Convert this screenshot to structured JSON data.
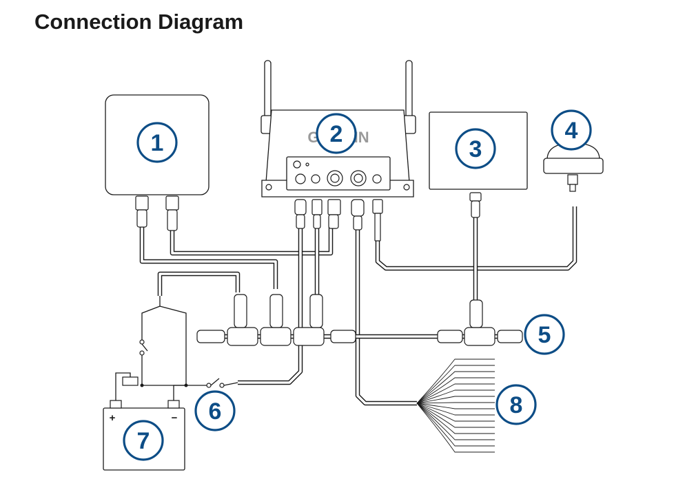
{
  "title": "Connection Diagram",
  "device_brand": "GARMIN",
  "callouts": [
    "1",
    "2",
    "3",
    "4",
    "5",
    "6",
    "7",
    "8"
  ],
  "battery": {
    "positive": "+",
    "negative": "−"
  },
  "colors": {
    "callout": "#0d4d86",
    "line": "#1a1a1a"
  },
  "icons": [
    "device-1-box",
    "garmin-hub-device",
    "display-3-box",
    "antenna-dome-4",
    "nmea-backbone",
    "switch-6",
    "battery-7",
    "wire-harness-8"
  ]
}
